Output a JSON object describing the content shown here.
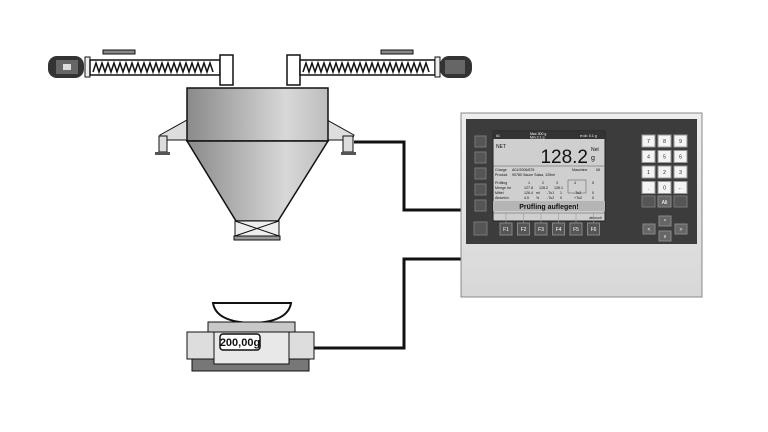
{
  "scale": {
    "display": "200,00g"
  },
  "terminal": {
    "header": {
      "left": "#1",
      "max": "Max 300 g",
      "min": "Min 2.1 g",
      "right": "e=d= 0.1 g"
    },
    "weight": {
      "label": "NET",
      "value": "128.2",
      "unit_top": "Net",
      "unit": "g"
    },
    "charge": {
      "label": "Charge",
      "value": "A01/2006/876",
      "machine_label": "Maschine",
      "machine_value": "08"
    },
    "product": {
      "label": "Product",
      "value": "90780 Sauce Salsa, 125ml"
    },
    "rows": [
      {
        "label": "Prüfling",
        "values": [
          "1",
          "2",
          "3",
          "4",
          "5"
        ]
      },
      {
        "label": "Menge Ist",
        "values": [
          "127.8",
          "128.2",
          "126.1",
          "",
          ""
        ]
      },
      {
        "label": "Mittel",
        "values": [
          "126.4",
          "ml",
          "-Tu1",
          "1",
          "-Tu2",
          "0"
        ]
      },
      {
        "label": "Abweich.",
        "values": [
          "4.5",
          "%",
          "-Tu2",
          "0",
          "+Tu2",
          "0"
        ]
      }
    ],
    "message": "Prüfling auflegen!",
    "softkey_right": "abbruch",
    "fkeys": [
      "F1",
      "F2",
      "F3",
      "F4",
      "F5",
      "F6"
    ],
    "keypad": [
      "7",
      "8",
      "9",
      "4",
      "5",
      "6",
      "1",
      "2",
      "3",
      ".",
      "0",
      "←"
    ],
    "alt_key": "Alt",
    "arrows": [
      "<",
      "^",
      ">",
      "v"
    ]
  }
}
